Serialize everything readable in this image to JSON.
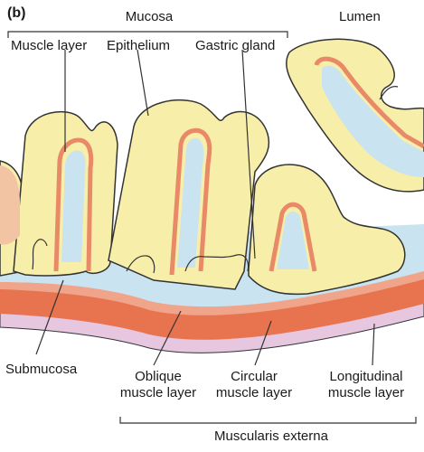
{
  "figure": {
    "panel_letter": "(b)",
    "labels": {
      "mucosa": "Mucosa",
      "lumen": "Lumen",
      "muscle_layer": "Muscle layer",
      "epithelium": "Epithelium",
      "gastric_gland": "Gastric gland",
      "submucosa": "Submucosa",
      "oblique_line1": "Oblique",
      "oblique_line2": "muscle layer",
      "circular_line1": "Circular",
      "circular_line2": "muscle layer",
      "longitudinal_line1": "Longitudinal",
      "longitudinal_line2": "muscle layer",
      "muscularis_externa": "Muscularis externa"
    },
    "colors": {
      "epithelium": "#f7eeaa",
      "muscularis_mucosae": "#e88a68",
      "submucosa": "#c9e3f0",
      "oblique_muscle": "#f0a48a",
      "circular_muscle": "#e8744f",
      "longitudinal_muscle": "#e7c6e0",
      "outline": "#333333"
    }
  }
}
